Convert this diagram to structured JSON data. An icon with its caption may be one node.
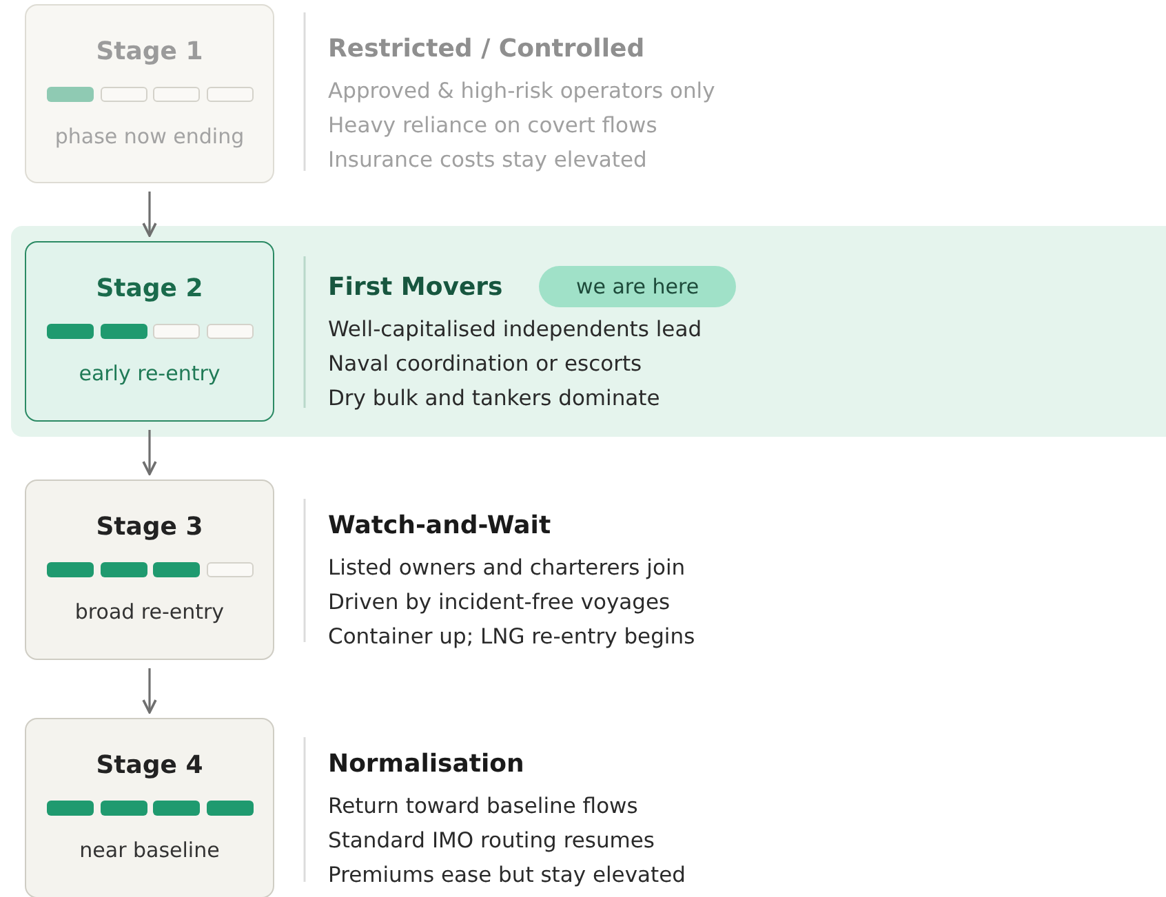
{
  "diagram": {
    "nodes": [
      {
        "text": [
          "Stage 1",
          "phase now ending"
        ]
      },
      {
        "text": [
          "First Movers",
          "Well-capitalised independents lead",
          "Naval coordination or escorts",
          "Dry bulk and tankers dominate"
        ]
      },
      {
        "text": [
          "Stage 2",
          "early re-entry"
        ],
        "in": 1
      },
      {
        "text": [
          "we are here"
        ],
        "in": 1
      },
      {
        "text": [
          "Stage 3",
          "broad re-entry"
        ]
      },
      {
        "text": [
          "Stage 4",
          "near baseline"
        ]
      }
    ],
    "edges": [
      {
        "from": 0,
        "to": 2,
        "arrow": "to"
      },
      {
        "from": 2,
        "to": 4,
        "arrow": "to"
      },
      {
        "from": 4,
        "to": 5,
        "arrow": "to"
      }
    ],
    "labels": [
      "Restricted / Controlled",
      "Approved & high-risk operators only",
      "Heavy reliance on covert flows",
      "Insurance costs stay elevated",
      "Watch-and-Wait",
      "Listed owners and charterers join",
      "Driven by incident-free voyages",
      "Container up; LNG re-entry begins",
      "Normalisation",
      "Return toward baseline flows",
      "Standard IMO routing resumes",
      "Premiums ease but stay elevated"
    ]
  }
}
